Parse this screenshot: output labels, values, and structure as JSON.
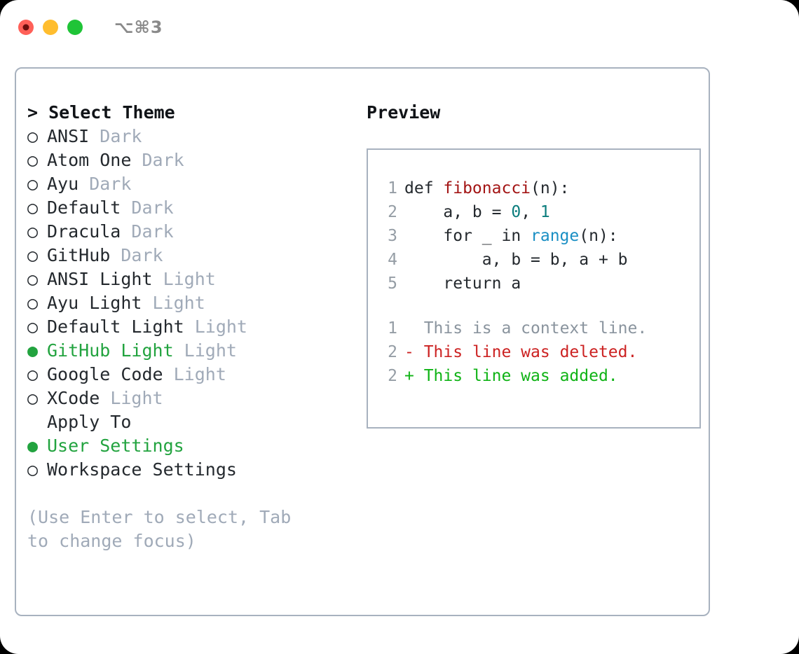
{
  "window": {
    "shortcut_label": "⌥⌘3",
    "traffic_lights": [
      "close-red",
      "minimize-yellow",
      "maximize-green"
    ]
  },
  "left_pane": {
    "heading": "> Select Theme",
    "theme_options": [
      {
        "bullet": "○",
        "name": "ANSI",
        "tag": " Dark",
        "selected": false
      },
      {
        "bullet": "○",
        "name": "Atom One",
        "tag": " Dark",
        "selected": false
      },
      {
        "bullet": "○",
        "name": "Ayu",
        "tag": " Dark",
        "selected": false
      },
      {
        "bullet": "○",
        "name": "Default",
        "tag": " Dark",
        "selected": false
      },
      {
        "bullet": "○",
        "name": "Dracula",
        "tag": " Dark",
        "selected": false
      },
      {
        "bullet": "○",
        "name": "GitHub",
        "tag": " Dark",
        "selected": false
      },
      {
        "bullet": "○",
        "name": "ANSI Light",
        "tag": " Light",
        "selected": false
      },
      {
        "bullet": "○",
        "name": "Ayu Light",
        "tag": " Light",
        "selected": false
      },
      {
        "bullet": "○",
        "name": "Default Light",
        "tag": " Light",
        "selected": false
      },
      {
        "bullet": "●",
        "name": "GitHub Light",
        "tag": " Light",
        "selected": true
      },
      {
        "bullet": "○",
        "name": "Google Code",
        "tag": " Light",
        "selected": false
      },
      {
        "bullet": "○",
        "name": "XCode",
        "tag": " Light",
        "selected": false
      }
    ],
    "apply_to": {
      "heading_bullet": " ",
      "heading": "Apply To",
      "options": [
        {
          "bullet": "●",
          "name": "User Settings",
          "selected": true
        },
        {
          "bullet": "○",
          "name": "Workspace Settings",
          "selected": false
        }
      ]
    },
    "hint": "(Use Enter to select, Tab to change focus)"
  },
  "right_pane": {
    "heading": "Preview",
    "code_lines": [
      {
        "num": "1",
        "segments": [
          {
            "text": "def ",
            "token": "plain"
          },
          {
            "text": "fibonacci",
            "token": "function"
          },
          {
            "text": "(n):",
            "token": "plain"
          }
        ]
      },
      {
        "num": "2",
        "segments": [
          {
            "text": "    a, b = ",
            "token": "plain"
          },
          {
            "text": "0",
            "token": "number"
          },
          {
            "text": ", ",
            "token": "plain"
          },
          {
            "text": "1",
            "token": "number"
          }
        ]
      },
      {
        "num": "3",
        "segments": [
          {
            "text": "    for _ in ",
            "token": "plain"
          },
          {
            "text": "range",
            "token": "call"
          },
          {
            "text": "(n):",
            "token": "plain"
          }
        ]
      },
      {
        "num": "4",
        "segments": [
          {
            "text": "        a, b = b, a + b",
            "token": "plain"
          }
        ]
      },
      {
        "num": "5",
        "segments": [
          {
            "text": "    return a",
            "token": "plain"
          }
        ]
      }
    ],
    "diff_lines": [
      {
        "num": "1",
        "marker": "  ",
        "text": "This is a context line.",
        "kind": "context"
      },
      {
        "num": "2",
        "marker": "- ",
        "text": "This line was deleted.",
        "kind": "deleted"
      },
      {
        "num": "2",
        "marker": "+ ",
        "text": "This line was added.",
        "kind": "added"
      }
    ]
  },
  "colors": {
    "accent_green": "#22a33f",
    "muted_gray": "#a0aab8",
    "border": "#a8b2bf",
    "text": "#24292e",
    "line_number": "#959da5",
    "syntax_function": "#a31515",
    "syntax_number": "#0b7d7d",
    "syntax_call": "#1a8fc4",
    "diff_deleted": "#cc2222",
    "diff_added": "#0fb315",
    "diff_context": "#8a949e"
  }
}
